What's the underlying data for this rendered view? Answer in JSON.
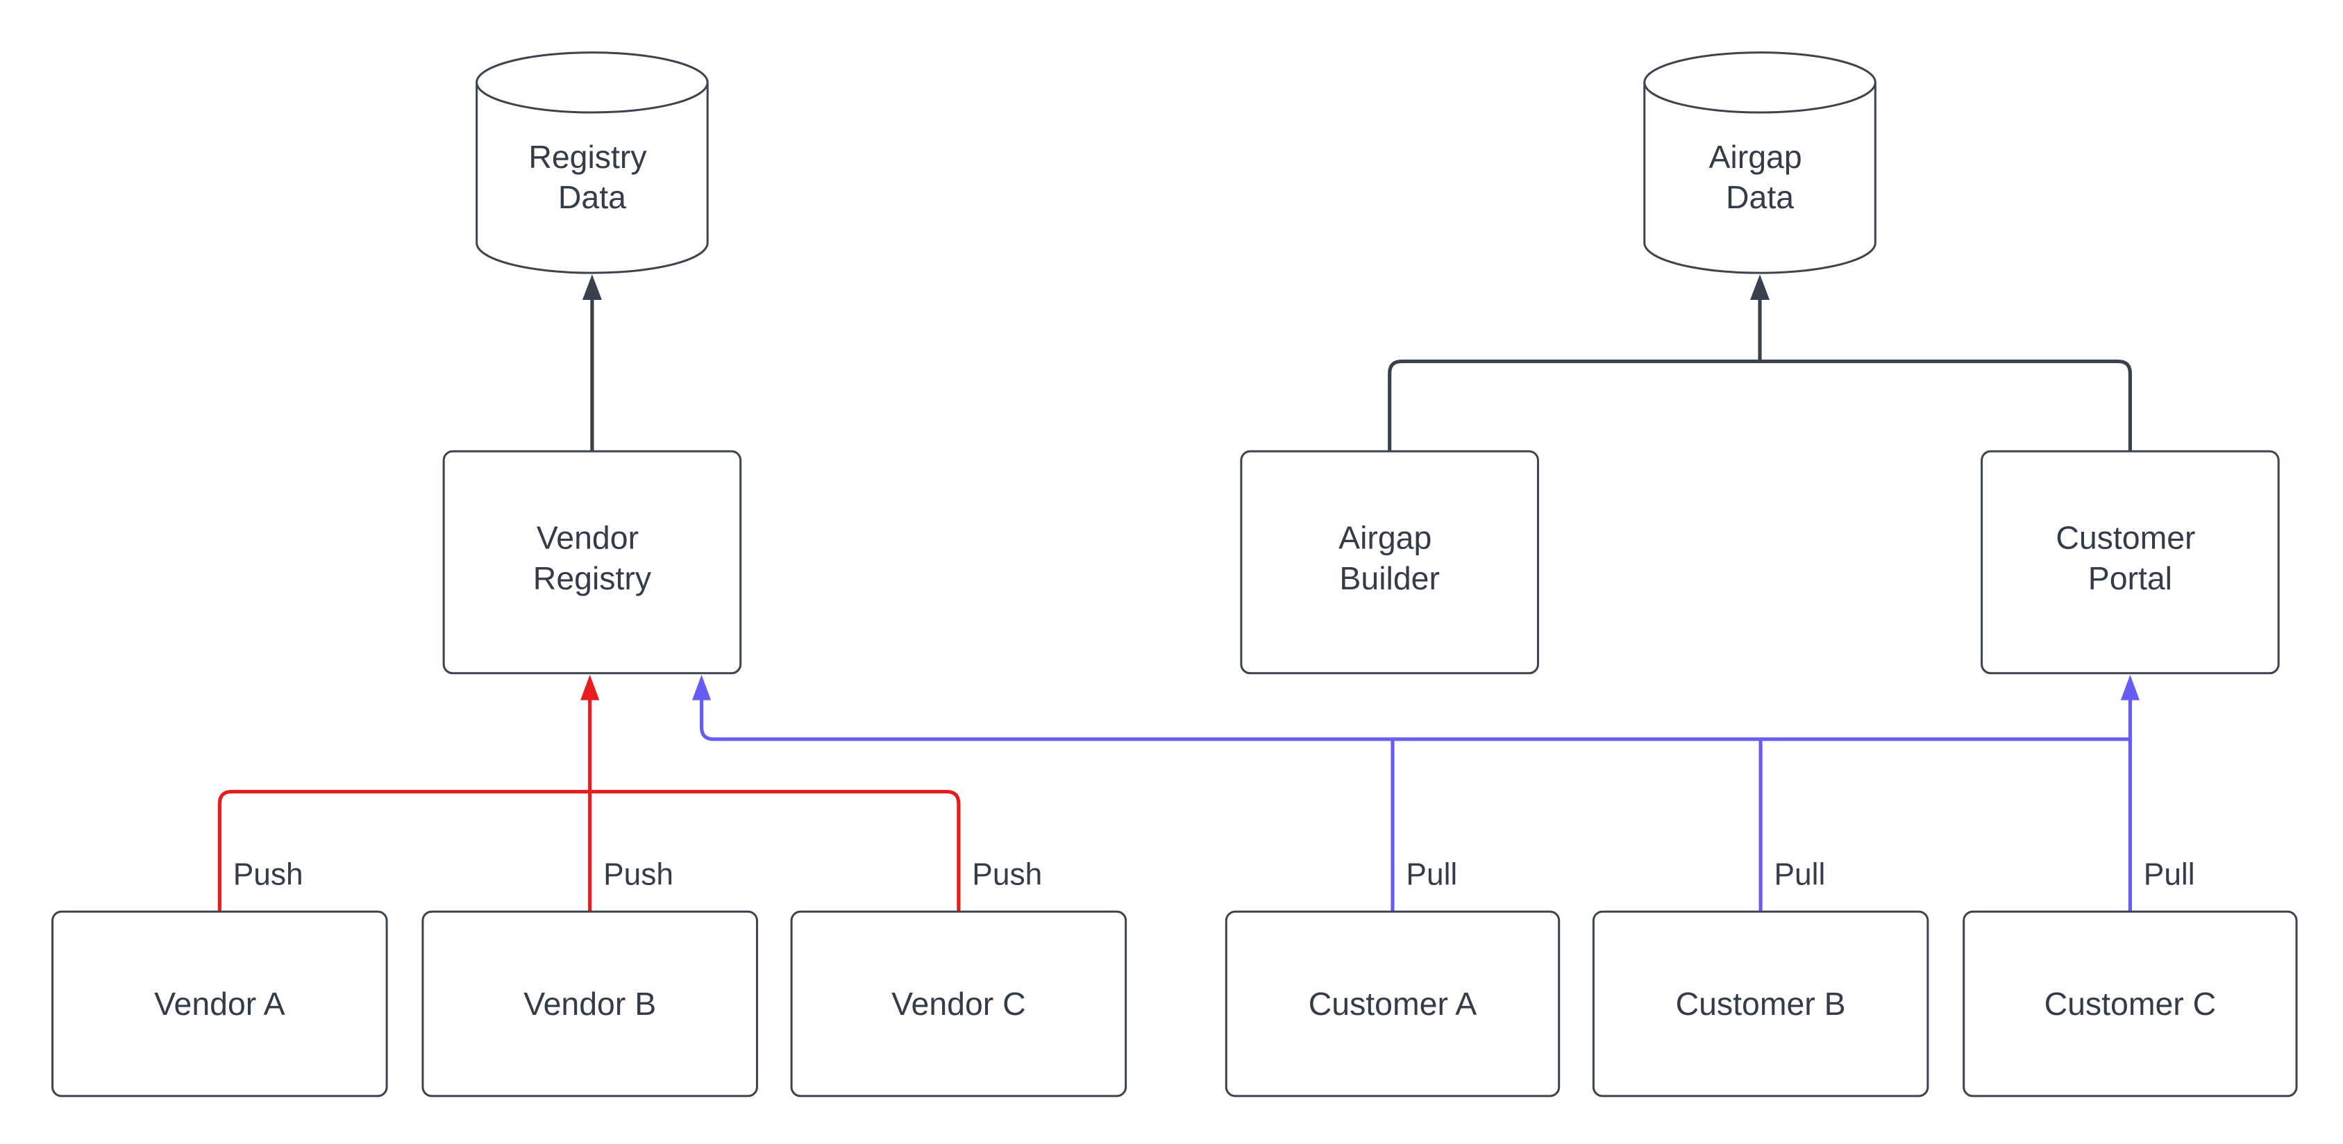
{
  "diagram": {
    "background": "#ffffff",
    "colors": {
      "connector_dark": "#3a414d",
      "connector_red": "#e81c1c",
      "connector_blue": "#675df6",
      "node_stroke": "#3c4450",
      "node_fill": "#ffffff",
      "text": "#343c49"
    },
    "nodes": {
      "registry_data": {
        "type": "cylinder",
        "lines": [
          "Registry",
          "Data"
        ]
      },
      "airgap_data": {
        "type": "cylinder",
        "lines": [
          "Airgap",
          "Data"
        ]
      },
      "vendor_registry": {
        "type": "box",
        "lines": [
          "Vendor",
          "Registry"
        ]
      },
      "airgap_builder": {
        "type": "box",
        "lines": [
          "Airgap",
          "Builder"
        ]
      },
      "customer_portal": {
        "type": "box",
        "lines": [
          "Customer",
          "Portal"
        ]
      },
      "vendor_a": {
        "type": "box",
        "label": "Vendor A"
      },
      "vendor_b": {
        "type": "box",
        "label": "Vendor B"
      },
      "vendor_c": {
        "type": "box",
        "label": "Vendor C"
      },
      "customer_a": {
        "type": "box",
        "label": "Customer A"
      },
      "customer_b": {
        "type": "box",
        "label": "Customer B"
      },
      "customer_c": {
        "type": "box",
        "label": "Customer C"
      }
    },
    "edge_labels": {
      "vendor_a_push": "Push",
      "vendor_b_push": "Push",
      "vendor_c_push": "Push",
      "customer_a_pull": "Pull",
      "customer_b_pull": "Pull",
      "customer_c_pull": "Pull"
    }
  }
}
